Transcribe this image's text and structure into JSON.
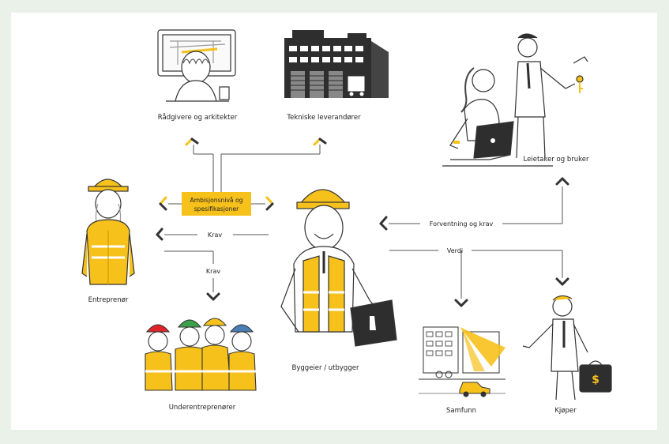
{
  "nodes": {
    "radgivere": "Rådgivere og arkitekter",
    "tekniske": "Tekniske leverandører",
    "leietaker": "Leietaker og bruker",
    "entreprenor": "Entreprenør",
    "byggeier": "Byggeier / utbygger",
    "underentreprenorer": "Underentreprenører",
    "samfunn": "Samfunn",
    "kjoper": "Kjøper"
  },
  "flows": {
    "ambisjon_line1": "Ambisjonsnivå og",
    "ambisjon_line2": "spesifikasjoner",
    "krav_1": "Krav",
    "krav_2": "Krav",
    "forventning": "Forventning og krav",
    "verdi": "Verdi"
  },
  "illustration": {
    "truck_sign": "$"
  },
  "colors": {
    "background": "#e9f1e9",
    "yellow": "#f7c11b",
    "line": "#3a3a3a"
  }
}
